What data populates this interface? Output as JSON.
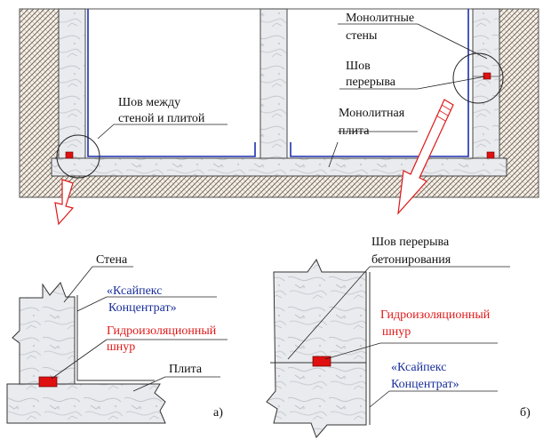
{
  "colors": {
    "soil_hatch": "#5a4a3a",
    "concrete": "#e8eaec",
    "membrane_blue": "#1c2fb0",
    "cord_red": "#e01010",
    "text_black": "#111111",
    "text_blue": "#1a2f9a",
    "text_red": "#e01818"
  },
  "top_view": {
    "label_monolithic_walls_1": "Монолитные",
    "label_monolithic_walls_2": "стены",
    "label_break_joint_1": "Шов",
    "label_break_joint_2": "перерыва",
    "label_wall_slab_joint_1": "Шов между",
    "label_wall_slab_joint_2": "стеной и плитой",
    "label_monolithic_slab_1": "Монолитная",
    "label_monolithic_slab_2": "плита"
  },
  "detail_a": {
    "label_wall": "Стена",
    "label_ksaipex_1": "«Ксайпекс",
    "label_ksaipex_2": "Концентрат»",
    "label_cord_1": "Гидроизоляционный",
    "label_cord_2": "шнур",
    "label_slab": "Плита",
    "caption": "а)"
  },
  "detail_b": {
    "label_joint_1": "Шов перерыва",
    "label_joint_2": "бетонирования",
    "label_cord_1": "Гидроизоляционный",
    "label_cord_2": "шнур",
    "label_ksaipex_1": "«Ксайпекс",
    "label_ksaipex_2": "Концентрат»",
    "caption": "б)"
  }
}
